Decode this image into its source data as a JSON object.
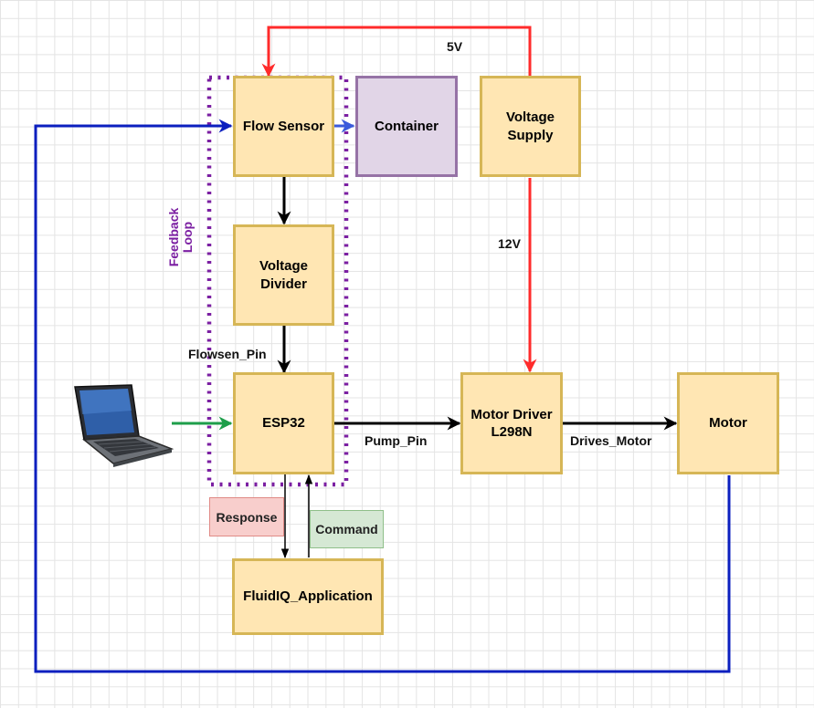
{
  "blocks": {
    "flow_sensor": "Flow Sensor",
    "container": "Container",
    "voltage_supply": "Voltage\nSupply",
    "voltage_divider": "Voltage\nDivider",
    "esp32": "ESP32",
    "motor_driver": "Motor Driver\nL298N",
    "motor": "Motor",
    "app": "FluidIQ_Application"
  },
  "labels": {
    "v5": "5V",
    "v12": "12V",
    "flowsen_pin": "Flowsen_Pin",
    "pump_pin": "Pump_Pin",
    "drives_motor": "Drives_Motor",
    "response": "Response",
    "command": "Command",
    "feedback_loop": "Feedback\nLoop"
  },
  "icons": {
    "laptop": "laptop-icon"
  },
  "colors": {
    "block_fill": "#ffe6b3",
    "block_border": "#d6b656",
    "container_fill": "#e1d5e7",
    "container_border": "#9673a6",
    "power_line": "#ff2b2b",
    "water_line": "#0b1fbf",
    "flow_arrow": "#3b5bdb",
    "laptop_arrow": "#1e9e4a",
    "feedback_outline": "#7b1fa2"
  }
}
